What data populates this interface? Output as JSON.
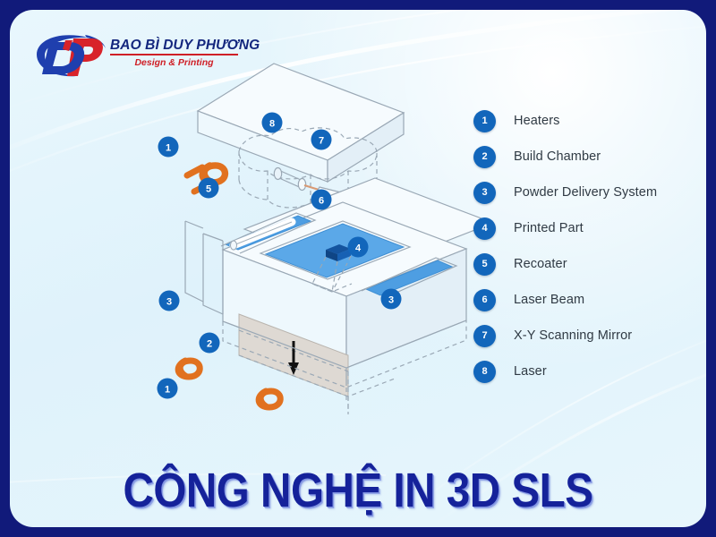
{
  "brand": {
    "name": "BAO BÌ DUY PHƯƠNG",
    "tagline": "Design & Printing",
    "mark_letters": "DP",
    "name_color": "#14277e",
    "tagline_color": "#cf2027",
    "mark_blue": "#1f3fae",
    "mark_red": "#d8232a"
  },
  "colors": {
    "frame": "#111a7a",
    "panel_bg": "#e4f5fc",
    "badge": "#1266bb",
    "powder_bed": "#5ba8e8",
    "printed_part": "#14549f",
    "heater_coil": "#e1711f",
    "laser_beam": "#d99a74",
    "chamber_fill": "#ded9d3",
    "outline": "#9aa8b5",
    "title": "#15229a"
  },
  "legend": {
    "items": [
      {
        "number": "1",
        "label": "Heaters"
      },
      {
        "number": "2",
        "label": "Build Chamber"
      },
      {
        "number": "3",
        "label": "Powder Delivery System"
      },
      {
        "number": "4",
        "label": "Printed Part"
      },
      {
        "number": "5",
        "label": "Recoater"
      },
      {
        "number": "6",
        "label": "Laser Beam"
      },
      {
        "number": "7",
        "label": "X-Y Scanning Mirror"
      },
      {
        "number": "8",
        "label": "Laser"
      }
    ]
  },
  "diagram": {
    "callouts": [
      {
        "number": "1",
        "name": "heaters-top"
      },
      {
        "number": "5",
        "name": "recoater"
      },
      {
        "number": "8",
        "name": "laser"
      },
      {
        "number": "7",
        "name": "scanning-mirror"
      },
      {
        "number": "6",
        "name": "laser-beam"
      },
      {
        "number": "4",
        "name": "printed-part"
      },
      {
        "number": "3",
        "name": "powder-delivery-left"
      },
      {
        "number": "3",
        "name": "powder-delivery-right"
      },
      {
        "number": "2",
        "name": "build-chamber"
      },
      {
        "number": "1",
        "name": "heaters-bottom"
      }
    ]
  },
  "title": {
    "text": "CÔNG NGHỆ IN 3D SLS"
  }
}
